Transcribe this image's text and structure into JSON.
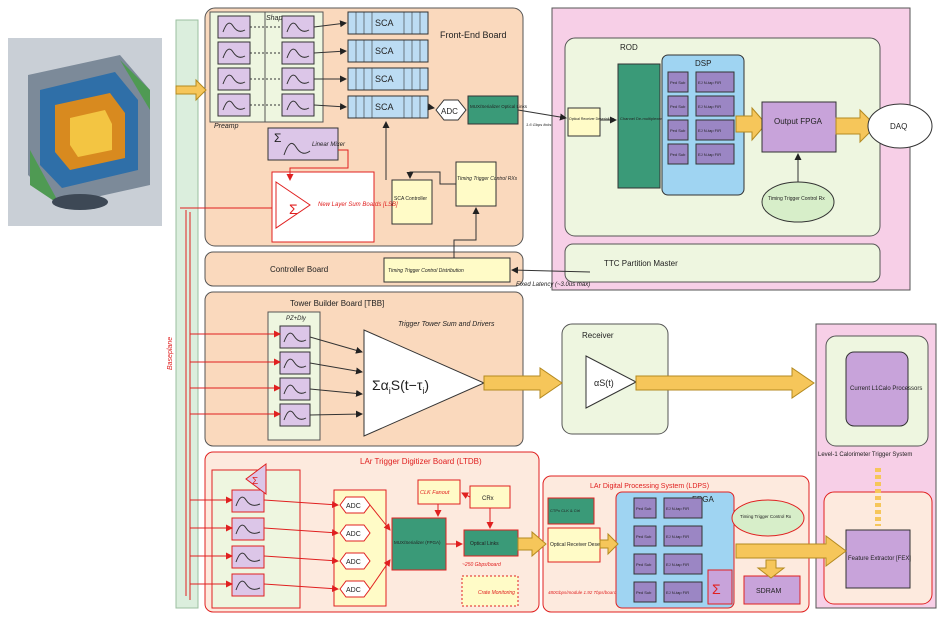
{
  "front_end": {
    "title": "Front-End Board",
    "shaper": "Shaper",
    "preamp": "Preamp",
    "sca": "SCA",
    "adc": "ADC",
    "optical": "MUX/Serializer Optical Links",
    "linear_mixer": "Linear Mixer",
    "sca_controller": "SCA Controller",
    "timing_rx": "Timing Trigger Control RXs",
    "lsb": "New Layer Sum Boards [LSB]"
  },
  "link_rate_1": "1.6 Gbps links",
  "rod": {
    "title": "ROD",
    "deserializer": "Optical Receiver Deserializer",
    "input_fpga": "Channel De-multiplexer INPUT FPGA",
    "dsp": "DSP",
    "ped_sub": "Ped Sub",
    "ej": "EJ N-tap FIR",
    "output_fpga": "Output FPGA",
    "timing": "Timing Trigger Control Rx",
    "ttc_master": "TTC Partition Master"
  },
  "daq": "DAQ",
  "controller": {
    "title": "Controller Board",
    "ttc_dist": "Timing Trigger Control Distribution",
    "latency": "Fixed Latency (~3.0us max)"
  },
  "tbb": {
    "title": "Tower Builder Board [TBB]",
    "pz": "PZ+Dly",
    "sum_drivers": "Trigger Tower Sum and Drivers",
    "formula": "Σα",
    "formula_tail": "S(t−τ",
    "sub_i": "i",
    "close_paren": ")"
  },
  "receiver": {
    "title": "Receiver",
    "alpha": "αS(t)"
  },
  "l1calo": {
    "current": "Current L1Calo Processors",
    "title": "Level-1 Calorimeter Trigger System",
    "fex": "Feature Extractor [FEX]"
  },
  "ltdb": {
    "title": "LAr Trigger Digitizer Board (LTDB)",
    "adc": "ADC",
    "clk_fanout": "CLK Fanout",
    "crx": "CRx",
    "mux": "MUX/Serializer (FPGA)",
    "optical_links": "Optical Links",
    "rate": "~250 Gbps/board",
    "crate": "Crate Monitoring"
  },
  "ldps": {
    "title": "LAr Digital Processing System (LDPS)",
    "ctrl": "CTPx CLK & Ctrl",
    "deser": "Optical Receiver Deserializer",
    "fpga": "FPGA",
    "ped_sub": "Ped Sub",
    "ej": "EJ N-tap FIR",
    "timing": "Timing Trigger Control Rx",
    "sdram": "SDRAM",
    "rate": "480Gbps/module 1.92 Tbps/board"
  },
  "side_label": "Baseplane",
  "sigma": "Σ",
  "colors": {
    "frontend_bg": "#fad9bd",
    "rod_bg": "#f7cfe7",
    "inner_green": "#eef6e0",
    "dsp_blue": "#9fd4f2",
    "teal": "#3a9a78",
    "purple": "#c8a3da",
    "arrow_yellow": "#f6c65a",
    "red": "#e02020",
    "ltdb_bg": "#fdeade"
  }
}
